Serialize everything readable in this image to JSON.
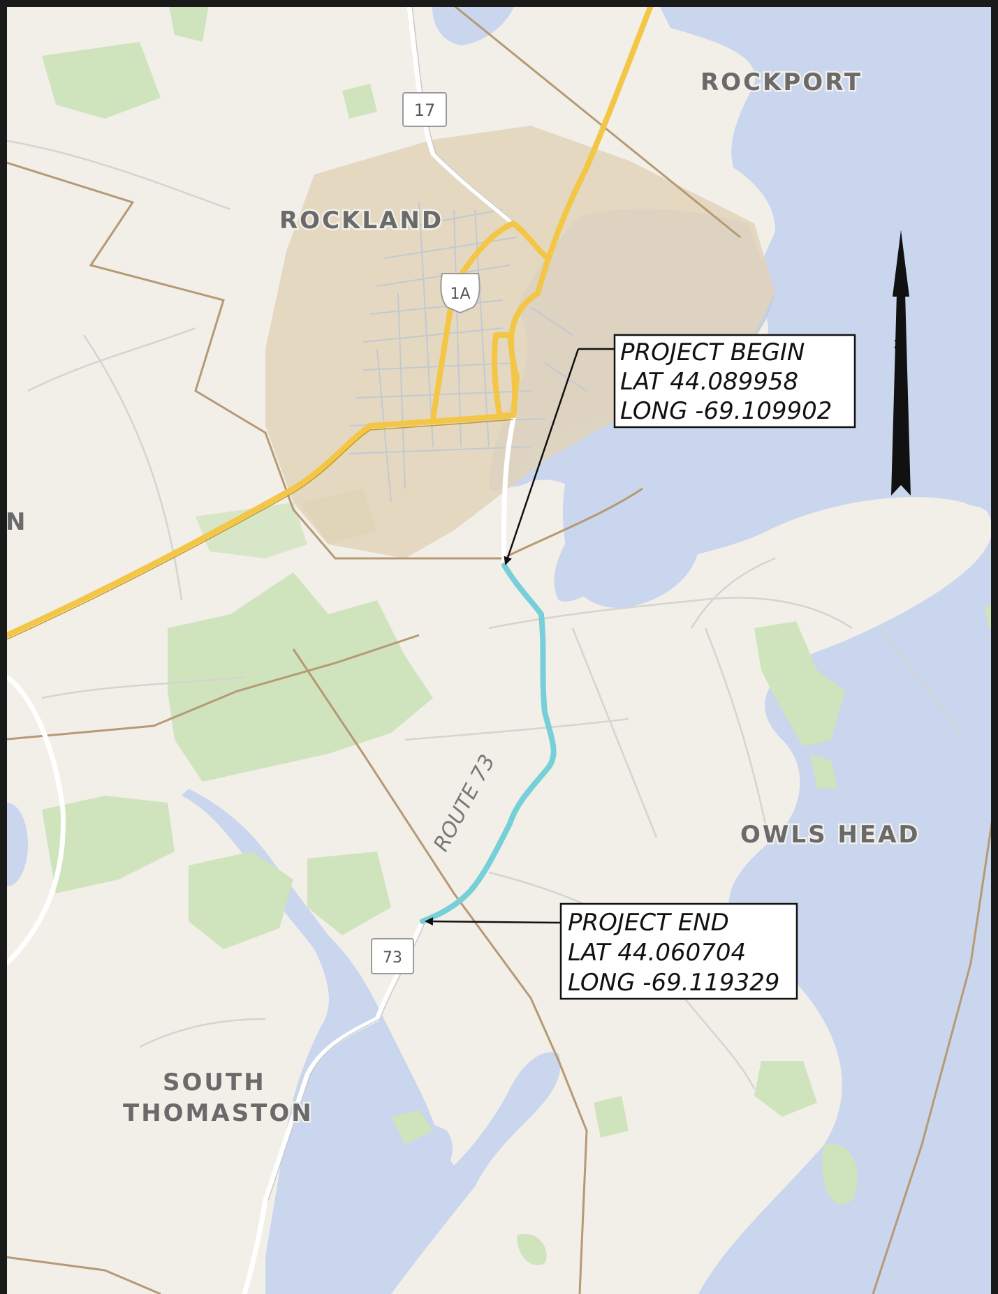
{
  "map": {
    "places": {
      "rockport": "ROCKPORT",
      "rockland": "ROCKLAND",
      "owls_head": "OWLS HEAD",
      "south_thomaston_line1": "SOUTH",
      "south_thomaston_line2": "THOMASTON",
      "edge_fragment": "N"
    },
    "shields": {
      "route_17": "17",
      "route_1a": "1A",
      "route_73": "73"
    },
    "route_label": "ROUTE 73",
    "north_arrow_label": "N",
    "project_begin": {
      "title": "PROJECT BEGIN",
      "lat": "LAT 44.089958",
      "long": "LONG -69.109902"
    },
    "project_end": {
      "title": "PROJECT END",
      "lat": "LAT 44.060704",
      "long": "LONG -69.119329"
    },
    "colors": {
      "land": "#f2efe9",
      "water": "#c9d6ee",
      "park": "#cfe3bd",
      "urban": "#e3d5bd",
      "highway": "#f3c646",
      "project_route": "#76cfd9",
      "boundary": "#b59a73",
      "frame": "#1a1a1a"
    },
    "icons": {
      "north_arrow": "north-arrow-icon",
      "shield_state": "state-route-shield-icon",
      "shield_us": "us-route-shield-icon"
    }
  }
}
